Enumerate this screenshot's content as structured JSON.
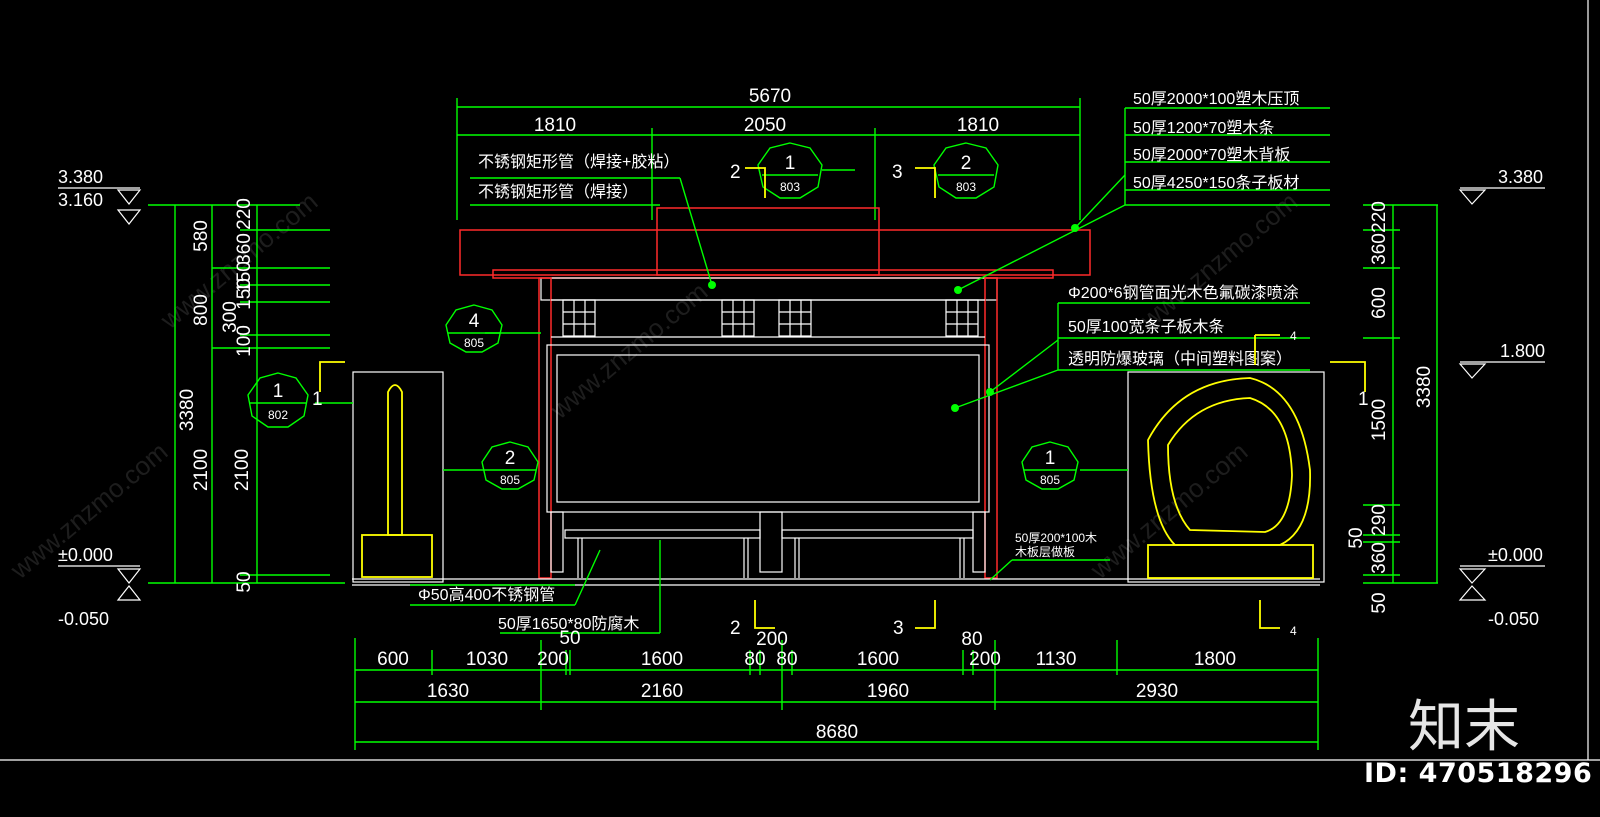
{
  "drawing": {
    "top_dimensions": {
      "overall": "5670",
      "parts": [
        "1810",
        "2050",
        "1810"
      ]
    },
    "left_levels": {
      "top1": "3.380",
      "top2": "3.160",
      "zero": "±0.000",
      "bottom": "-0.050"
    },
    "right_levels": {
      "top": "3.380",
      "mid": "1.800",
      "zero": "±0.000",
      "bottom": "-0.050"
    },
    "left_vertical_dims": {
      "outer": "3380",
      "inner": "2100",
      "inner2": "2100",
      "upper_a": "580",
      "upper_b": "800",
      "small": [
        "220",
        "360",
        "150",
        "150",
        "300",
        "100"
      ],
      "base": "50"
    },
    "right_vertical_dims": {
      "outer": "3380",
      "stack": [
        "220",
        "360",
        "600",
        "1500",
        "290",
        "50",
        "360",
        "50"
      ]
    },
    "callouts": {
      "pipe1": "不锈钢矩形管（焊接+胶粘）",
      "pipe2": "不锈钢矩形管（焊接）",
      "r1": "50厚2000*100塑木压顶",
      "r2": "50厚1200*70塑木条",
      "r3": "50厚2000*70塑木背板",
      "r4": "50厚4250*150条子板材",
      "r5": "Φ200*6钢管面光木色氟碳漆喷涂",
      "r6": "50厚100宽条子板木条",
      "r7": "透明防爆玻璃（中间塑料图案）",
      "b1": "Φ50高400不锈钢管",
      "b2": "50厚1650*80防腐木",
      "b3a": "50厚200*100木",
      "b3b": "木板层做板"
    },
    "detail_tags": [
      {
        "num": "1",
        "sheet": "803"
      },
      {
        "num": "2",
        "sheet": "803"
      },
      {
        "num": "4",
        "sheet": "805"
      },
      {
        "num": "1",
        "sheet": "802"
      },
      {
        "num": "2",
        "sheet": "805"
      },
      {
        "num": "1",
        "sheet": "805"
      }
    ],
    "section_marks": {
      "top_left": "2",
      "top_right": "3",
      "left": "1",
      "right_upper": "4",
      "right_mid": "1",
      "bottom_2": "2",
      "bottom_3": "3",
      "bottom_4": "4"
    },
    "bottom_dimensions": {
      "row1": [
        "600",
        "1030",
        "200",
        "1600",
        "80",
        "80",
        "1600",
        "200",
        "1130",
        "1800"
      ],
      "row1_extra": [
        "50",
        "200",
        "80"
      ],
      "row2": [
        "1630",
        "2160",
        "1960",
        "2930"
      ],
      "overall": "8680"
    }
  },
  "watermark": {
    "brand": "知末",
    "id": "ID: 470518296",
    "tiled": "www.znzmo.com"
  },
  "colors": {
    "background": "#000000",
    "dimension": "#00ff00",
    "outline": "#ffffff",
    "wall": "#ff2a2a",
    "sculpture": "#ffff00"
  }
}
